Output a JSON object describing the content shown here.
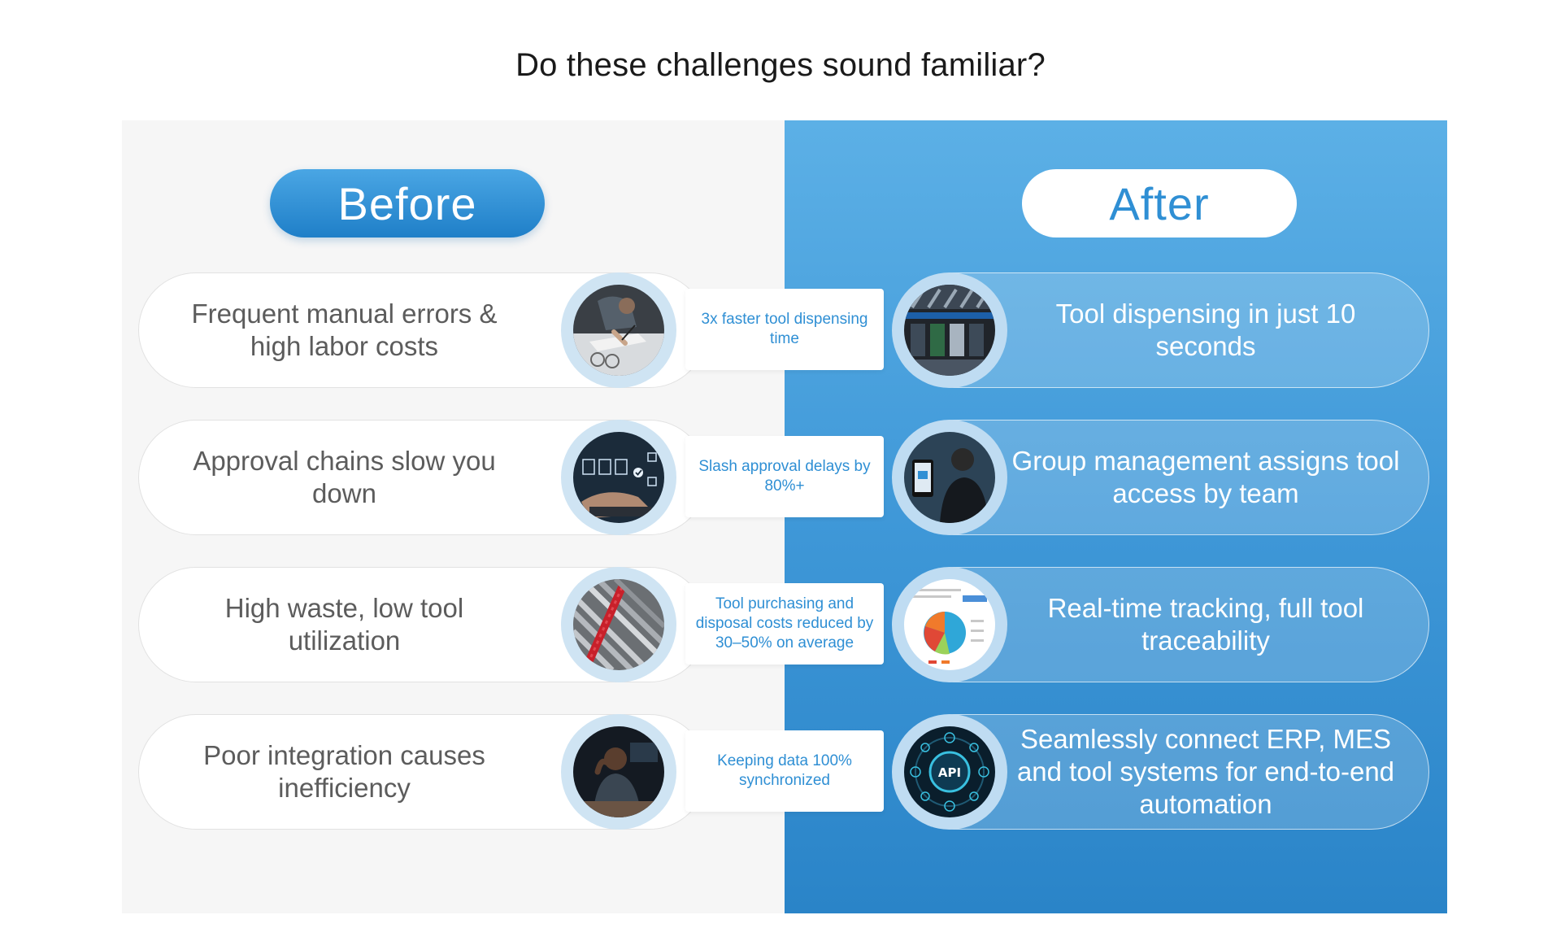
{
  "page": {
    "title": "Do these challenges sound familiar?"
  },
  "headers": {
    "before": "Before",
    "after": "After"
  },
  "rows": [
    {
      "before_text": "Frequent manual errors & high labor costs",
      "before_image": "person-writing-icon",
      "benefit": "3x faster tool dispensing time",
      "after_image": "tool-dispenser-icon",
      "after_text": "Tool dispensing in just 10 seconds"
    },
    {
      "before_text": "Approval chains slow you down",
      "before_image": "approval-checklist-icon",
      "benefit": "Slash approval delays by 80%+",
      "after_image": "kiosk-user-icon",
      "after_text": "Group management assigns tool access by team"
    },
    {
      "before_text": "High waste, low tool utilization",
      "before_image": "tools-pile-icon",
      "benefit": "Tool purchasing and disposal costs reduced by 30–50% on average",
      "after_image": "pie-chart-report-icon",
      "after_text": "Real-time tracking, full tool traceability"
    },
    {
      "before_text": "Poor integration causes inefficiency",
      "before_image": "tired-worker-icon",
      "benefit": "Keeping data 100% synchronized",
      "after_image": "api-network-icon",
      "after_text": "Seamlessly connect ERP, MES and tool systems for end-to-end automation"
    }
  ],
  "icons": {
    "api_label": "API"
  },
  "colors": {
    "accent": "#2f8fd4",
    "after_panel_top": "#5cb0e6",
    "after_panel_bottom": "#2a84c8",
    "before_panel": "#f6f6f6"
  }
}
